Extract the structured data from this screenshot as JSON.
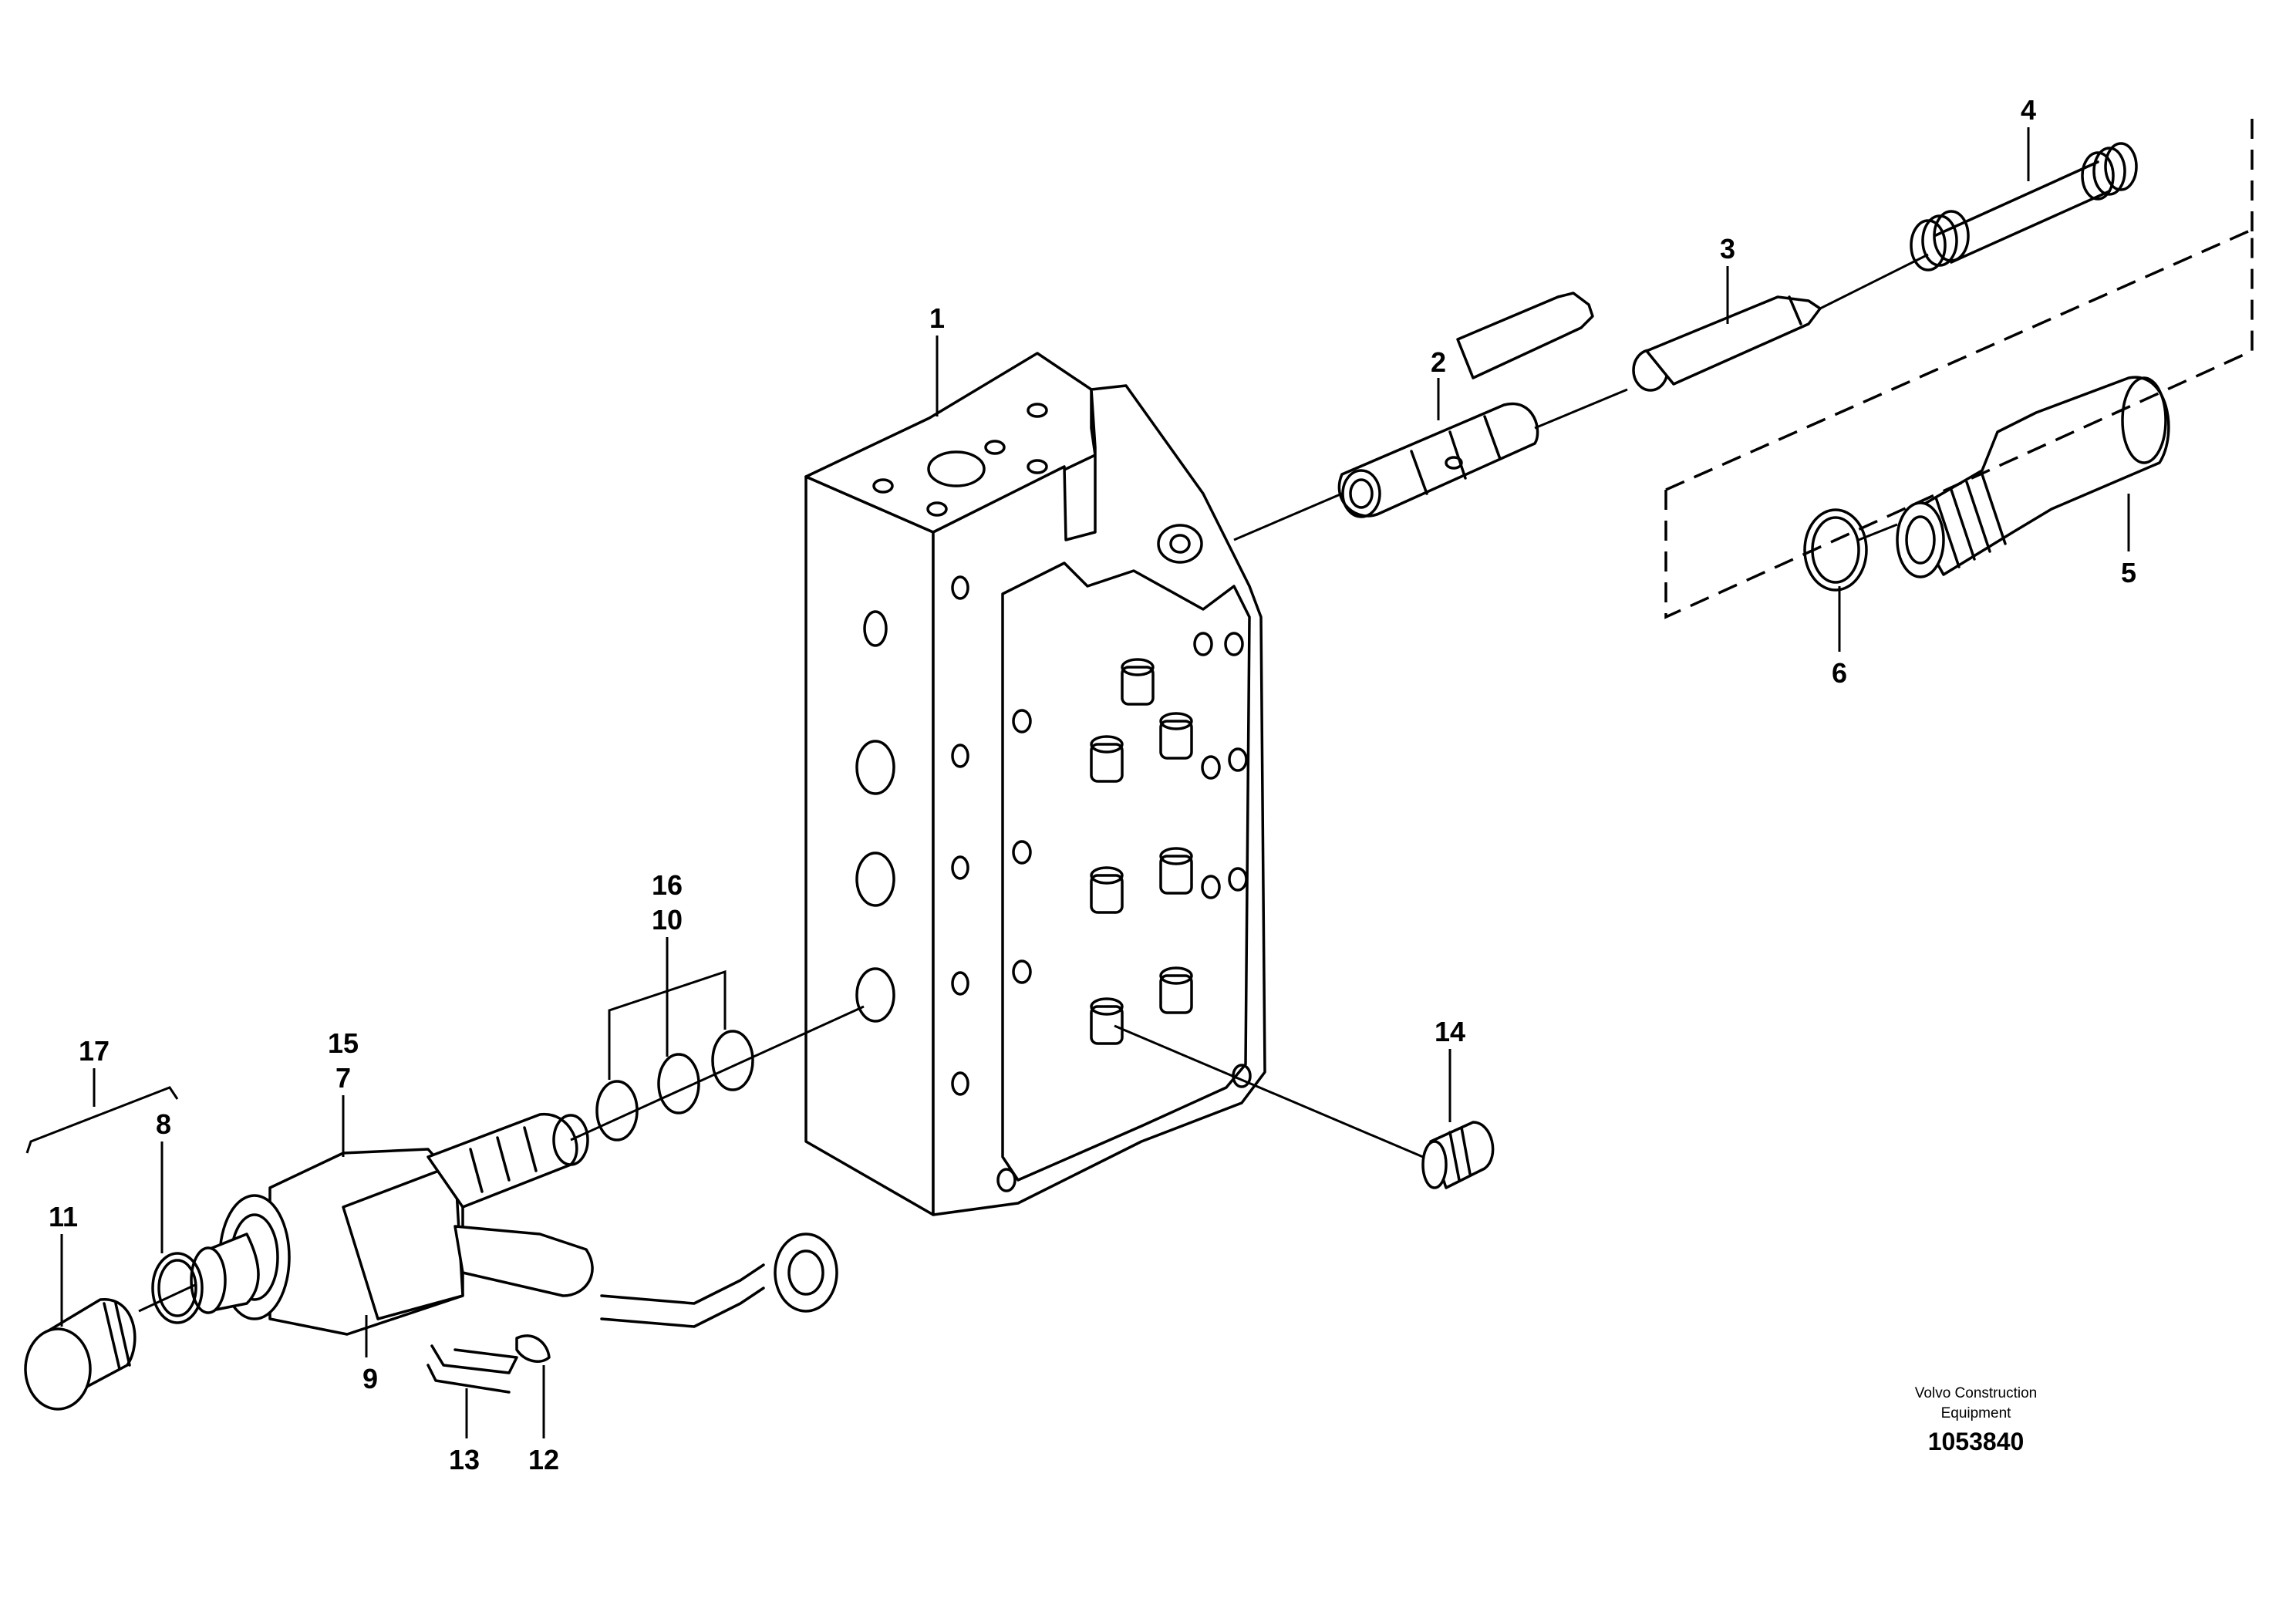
{
  "diagram": {
    "callouts": [
      "1",
      "2",
      "3",
      "4",
      "5",
      "6",
      "7",
      "8",
      "9",
      "10",
      "11",
      "12",
      "13",
      "14",
      "15",
      "16",
      "17"
    ],
    "footer": {
      "manufacturer_line1": "Volvo Construction",
      "manufacturer_line2": "Equipment",
      "figure_number": "1053840"
    }
  }
}
